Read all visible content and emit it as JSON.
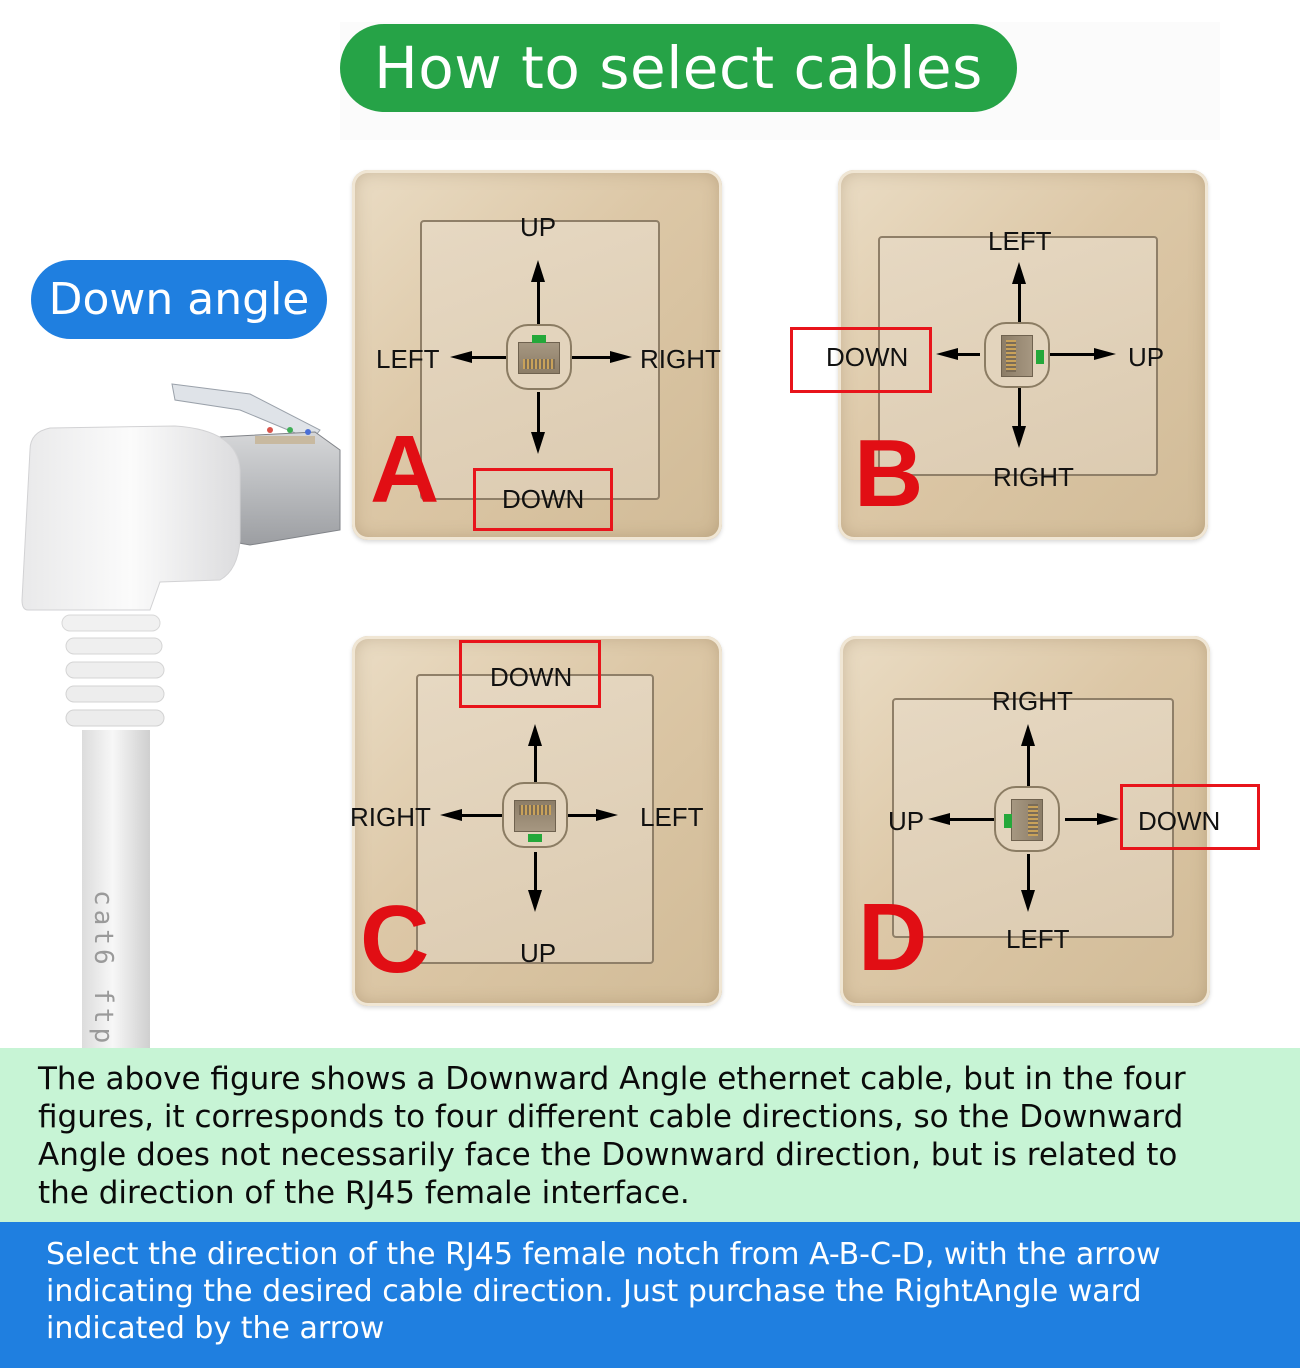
{
  "header": {
    "title": "How to select cables",
    "title_bg": "#26a347"
  },
  "badge": {
    "label": "Down angle",
    "bg": "#1f7fe0"
  },
  "cable": {
    "print_text": "cat6 ftp",
    "icon": "right-angle-rj45-cable-icon"
  },
  "panels": [
    {
      "letter": "A",
      "notch": "top",
      "labels": {
        "top": "UP",
        "left": "LEFT",
        "right": "RIGHT",
        "bottom": "DOWN"
      },
      "highlighted": "bottom"
    },
    {
      "letter": "B",
      "notch": "right",
      "labels": {
        "top": "LEFT",
        "left": "DOWN",
        "right": "UP",
        "bottom": "RIGHT"
      },
      "highlighted": "left"
    },
    {
      "letter": "C",
      "notch": "bottom",
      "labels": {
        "top": "DOWN",
        "left": "RIGHT",
        "right": "LEFT",
        "bottom": "UP"
      },
      "highlighted": "top"
    },
    {
      "letter": "D",
      "notch": "left",
      "labels": {
        "top": "RIGHT",
        "left": "UP",
        "right": "DOWN",
        "bottom": "LEFT"
      },
      "highlighted": "right"
    }
  ],
  "colors": {
    "highlight_box": "#e8141b",
    "letter": "#e10e14",
    "notch": "#24a83a",
    "green_panel": "#c7f4d5",
    "blue_panel": "#1f7fe0"
  },
  "explanation": {
    "lines": [
      "The above figure shows a Downward Angle ethernet cable, but in the four",
      "figures, it corresponds to four different cable directions, so the Downward",
      "Angle does not necessarily face the Downward direction, but is related to",
      "the direction of the RJ45 female interface."
    ]
  },
  "instruction": {
    "lines": [
      "Select the direction of the RJ45 female notch from A-B-C-D, with the arrow",
      "indicating the desired cable direction. Just purchase the RightAngle ward",
      "indicated by the arrow"
    ]
  }
}
